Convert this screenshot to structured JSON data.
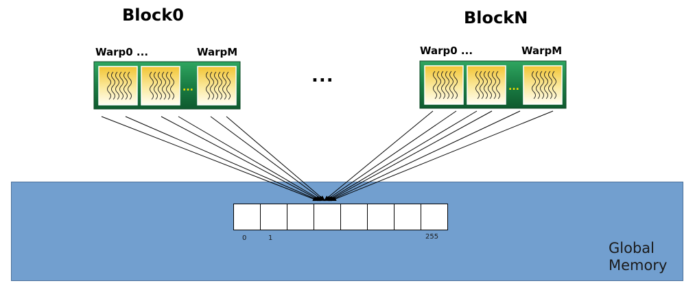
{
  "blocks": [
    {
      "title": "Block0",
      "warp_first": "Warp0 ...",
      "warp_last": "WarpM"
    },
    {
      "title": "BlockN",
      "warp_first": "Warp0 ...",
      "warp_last": "WarpM"
    }
  ],
  "between_blocks": "...",
  "warp_separator": "...",
  "global_memory": {
    "line1": "Global",
    "line2": "Memory"
  },
  "array": {
    "cell_count": 8,
    "index_labels": {
      "first": "0",
      "second": "1",
      "last": "255"
    }
  },
  "colors": {
    "memory_fill": "#729fcf",
    "block_green": "#1f8a4c",
    "warp_yellow": "#f7d64a",
    "separator_dots": "#f5e100"
  }
}
